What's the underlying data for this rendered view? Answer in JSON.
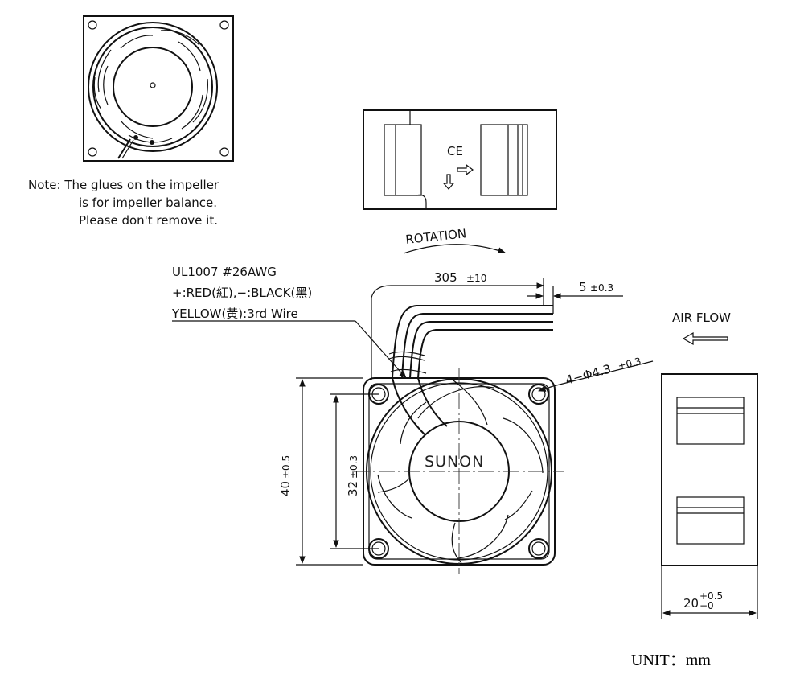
{
  "note": {
    "line1": "Note:  The glues on the impeller",
    "line2": "is for impeller balance.",
    "line3": "Please don't remove it."
  },
  "label_ce": "CE",
  "rotation": "ROTATION",
  "wire_spec": {
    "line1": "UL1007  #26AWG",
    "line2": "+:RED(紅),−:BLACK(黑)",
    "line3": "YELLOW(黃):3rd  Wire"
  },
  "brand": "SUNON",
  "air_flow": "AIR  FLOW",
  "dims": {
    "lead_length": "305",
    "lead_length_tol": "±10",
    "strip_length": "5",
    "strip_length_tol": "±0.3",
    "hole_callout": "4−Φ4.3",
    "hole_callout_tol": "±0.3",
    "frame_size": "40",
    "frame_size_tol": "±0.5",
    "hole_pitch": "32",
    "hole_pitch_tol": "±0.3",
    "thickness": "20",
    "thickness_tol_upper": "+0.5",
    "thickness_tol_lower": "−0"
  },
  "unit": "UNIT：mm"
}
